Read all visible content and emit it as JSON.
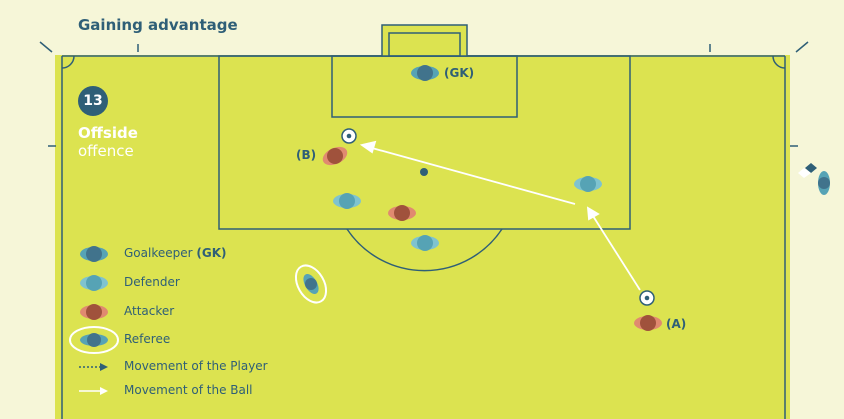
{
  "header": {
    "title": "Gaining advantage"
  },
  "scenario": {
    "number": "13",
    "heading_bold": "Offside",
    "heading_rest": "offence"
  },
  "labels": {
    "gk": "(GK)",
    "b": "(B)",
    "a": "(A)"
  },
  "legend": [
    {
      "icon": "goalkeeper-icon",
      "text": "Goalkeeper",
      "suffix": "(GK)"
    },
    {
      "icon": "defender-icon",
      "text": "Defender"
    },
    {
      "icon": "attacker-icon",
      "text": "Attacker"
    },
    {
      "icon": "referee-icon",
      "text": "Referee"
    },
    {
      "icon": "player-movement-arrow-icon",
      "text": "Movement of the Player"
    },
    {
      "icon": "ball-movement-arrow-icon",
      "text": "Movement of the Ball"
    }
  ],
  "colors": {
    "pitch": "#dce350",
    "background": "#f6f6d8",
    "line": "#2f5f77",
    "goalkeeper": "#41738c",
    "defender": "#56a3b5",
    "attacker": "#a0523c",
    "attacker_arms": "#e08a70",
    "ball_path": "#ffffff"
  }
}
